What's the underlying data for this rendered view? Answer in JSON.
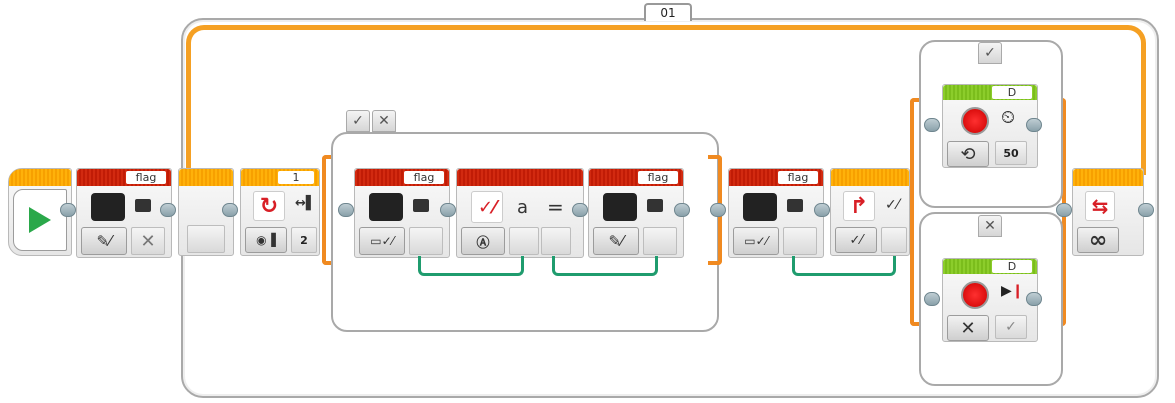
{
  "program": {
    "loop": {
      "name": "01",
      "mode": "unlimited",
      "mode_icon": "infinity-icon"
    },
    "start_block": {
      "icon": "play-icon",
      "color": "#2aa84a"
    },
    "blocks": [
      {
        "id": "variable-write-1",
        "type": "variable",
        "mode": "write-logic",
        "name": "flag",
        "value": "✕",
        "icon": "briefcase-icon"
      },
      {
        "id": "loop-interrupt-param",
        "type": "loop-start"
      },
      {
        "id": "motor-rotation-sensor",
        "type": "motor-rotation",
        "port": "1",
        "mode": "compare-degrees",
        "value": "2",
        "direction_icon": "rotation-arrows-icon"
      },
      {
        "id": "variable-read-1",
        "type": "variable",
        "mode": "read-logic",
        "name": "flag",
        "icon": "briefcase-icon"
      },
      {
        "id": "compare-text",
        "type": "text-compare",
        "mode": "text",
        "label_a": "a",
        "operator": "="
      },
      {
        "id": "variable-write-2",
        "type": "variable",
        "mode": "write-logic",
        "name": "flag",
        "icon": "briefcase-icon"
      },
      {
        "id": "variable-read-2",
        "type": "variable",
        "mode": "read-logic",
        "name": "flag",
        "icon": "briefcase-icon"
      },
      {
        "id": "switch-logic",
        "type": "switch",
        "mode": "logic"
      },
      {
        "id": "motor-on",
        "type": "medium-motor",
        "port": "D",
        "mode": "on",
        "power": "50"
      },
      {
        "id": "motor-off",
        "type": "medium-motor",
        "port": "D",
        "mode": "off",
        "brake": "✓"
      },
      {
        "id": "loop-end",
        "type": "loop-end",
        "mode_symbol": "∞"
      }
    ],
    "switch1_cases": {
      "true_label": "✓",
      "false_label": "✕"
    },
    "switch2_cases": {
      "true_label": "✓",
      "false_label": "✕"
    }
  },
  "labels": {
    "flag": "flag",
    "port1": "1",
    "portD": "D",
    "value2": "2",
    "power50": "50",
    "a": "a",
    "equals": "=",
    "infinity": "∞",
    "check": "✓",
    "cross": "✕",
    "loop_name": "01"
  }
}
